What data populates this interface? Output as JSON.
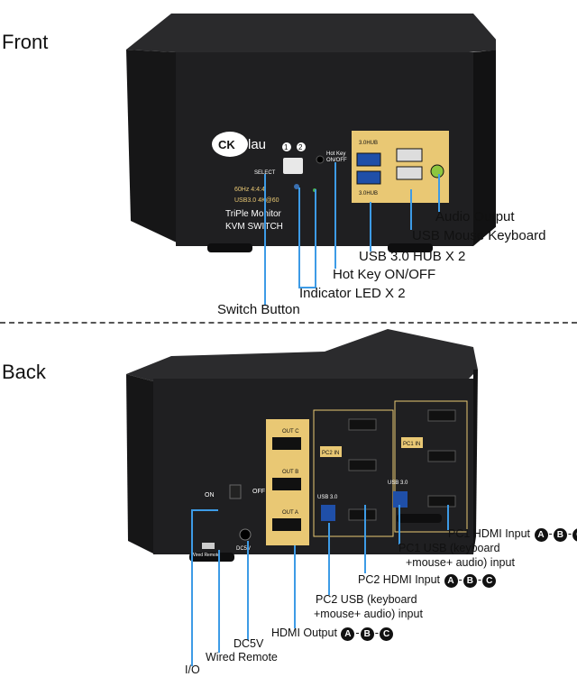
{
  "front": {
    "title": "Front",
    "brand": "CKLau",
    "device_text": [
      "60Hz",
      "4:4:4",
      "USB3.0",
      "4K@60",
      "TriPle Monitor",
      "KVM SWITCH"
    ],
    "port_labels": {
      "hub_top": "3.0HUB",
      "hub_bottom": "3.0HUB",
      "hotkey": "Hot Key ON/OFF",
      "select": "SELECT",
      "num1": "1",
      "num2": "2"
    },
    "callouts": {
      "audio_output": "Audio Output",
      "usb_mouse_keyboard": "USB Mouse Keyboard",
      "usb_hub": "USB 3.0 HUB X 2",
      "hotkey": "Hot Key ON/OFF",
      "indicator": "Indicator LED X 2",
      "switch_button": "Switch Button"
    }
  },
  "back": {
    "title": "Back",
    "panel_text": {
      "out_c": "OUT C",
      "out_b": "OUT B",
      "out_a": "OUT A",
      "pc2_in": "PC2 IN",
      "pc1_in": "PC1 IN",
      "usb30_a": "USB 3.0",
      "usb30_b": "USB 3.0",
      "on": "ON",
      "off": "OFF",
      "dc5v": "DC5V",
      "wired_remote": "Wired Remote"
    },
    "callouts": {
      "pc1_hdmi": "PC1 HDMI Input",
      "pc1_usb_l1": "PC1 USB (keyboard",
      "pc1_usb_l2": "+mouse+ audio) input",
      "pc2_hdmi": "PC2 HDMI Input",
      "pc2_usb_l1": "PC2 USB (keyboard",
      "pc2_usb_l2": "+mouse+ audio) input",
      "hdmi_output": "HDMI Output",
      "dc5v": "DC5V",
      "wired_remote": "Wired Remote",
      "io": "I/O"
    },
    "chips": [
      "A",
      "B",
      "C"
    ],
    "chip_sep": "-"
  },
  "colors": {
    "accent": "#3d9be6",
    "gold": "#e9c874",
    "body": "#1d1d1f"
  }
}
